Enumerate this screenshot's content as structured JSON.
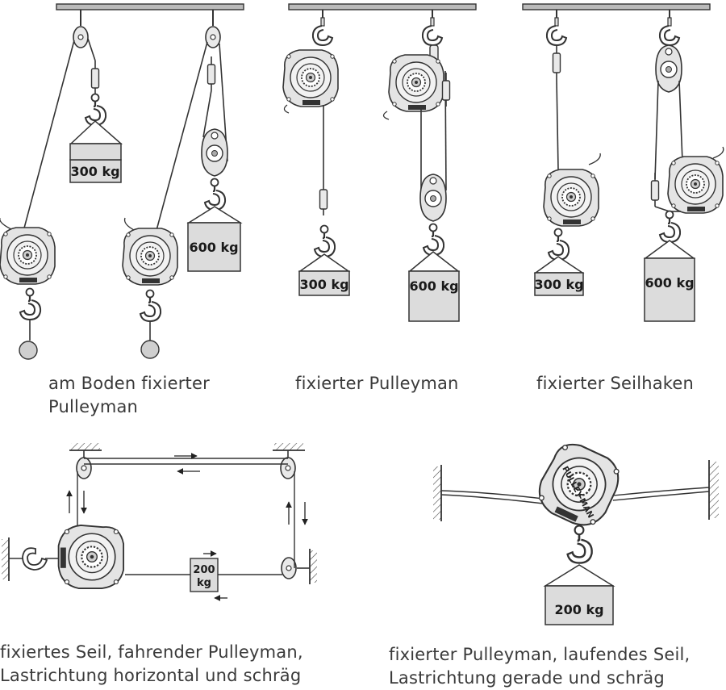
{
  "weights": {
    "p1_small": "300 kg",
    "p1_big": "600 kg",
    "p2_small": "300 kg",
    "p2_big": "600 kg",
    "p3_small": "300 kg",
    "p3_big": "600 kg",
    "p4_box_line1": "200",
    "p4_box_line2": "kg",
    "p5_box": "200 kg"
  },
  "captions": {
    "c1_line1": "am Boden fixierter",
    "c1_line2": "Pulleyman",
    "c2": "fixierter Pulleyman",
    "c3": "fixierter Seilhaken",
    "c4_line1": "fixiertes Seil, fahrender Pulleyman,",
    "c4_line2": "Lastrichtung horizontal und schräg",
    "c5_line1": "fixierter Pulleyman, laufendes Seil,",
    "c5_line2": "Lastrichtung gerade und schräg"
  },
  "device_brand": "PULLEY-MAN",
  "colors": {
    "line": "#333333",
    "box_fill": "#dcdcdc",
    "device_fill": "#e4e4e4",
    "ball_fill": "#cfcfcf"
  }
}
